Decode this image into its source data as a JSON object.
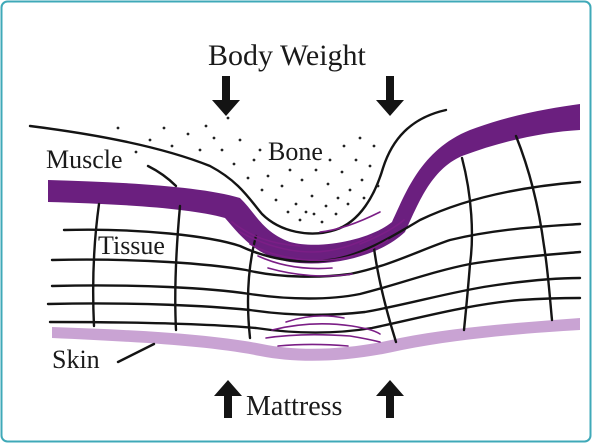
{
  "title": "Body Weight",
  "labels": {
    "muscle": "Muscle",
    "bone": "Bone",
    "tissue": "Tissue",
    "skin": "Skin",
    "mattress": "Mattress"
  },
  "colors": {
    "border": "#3fa9b8",
    "muscle": "#6b1f7f",
    "skin": "#c9a3d3",
    "fibers": "#7b1e86",
    "lines": "#141414"
  },
  "icons": {
    "weight_arrows": "arrow-down-icon",
    "mattress_arrows": "arrow-up-icon"
  }
}
